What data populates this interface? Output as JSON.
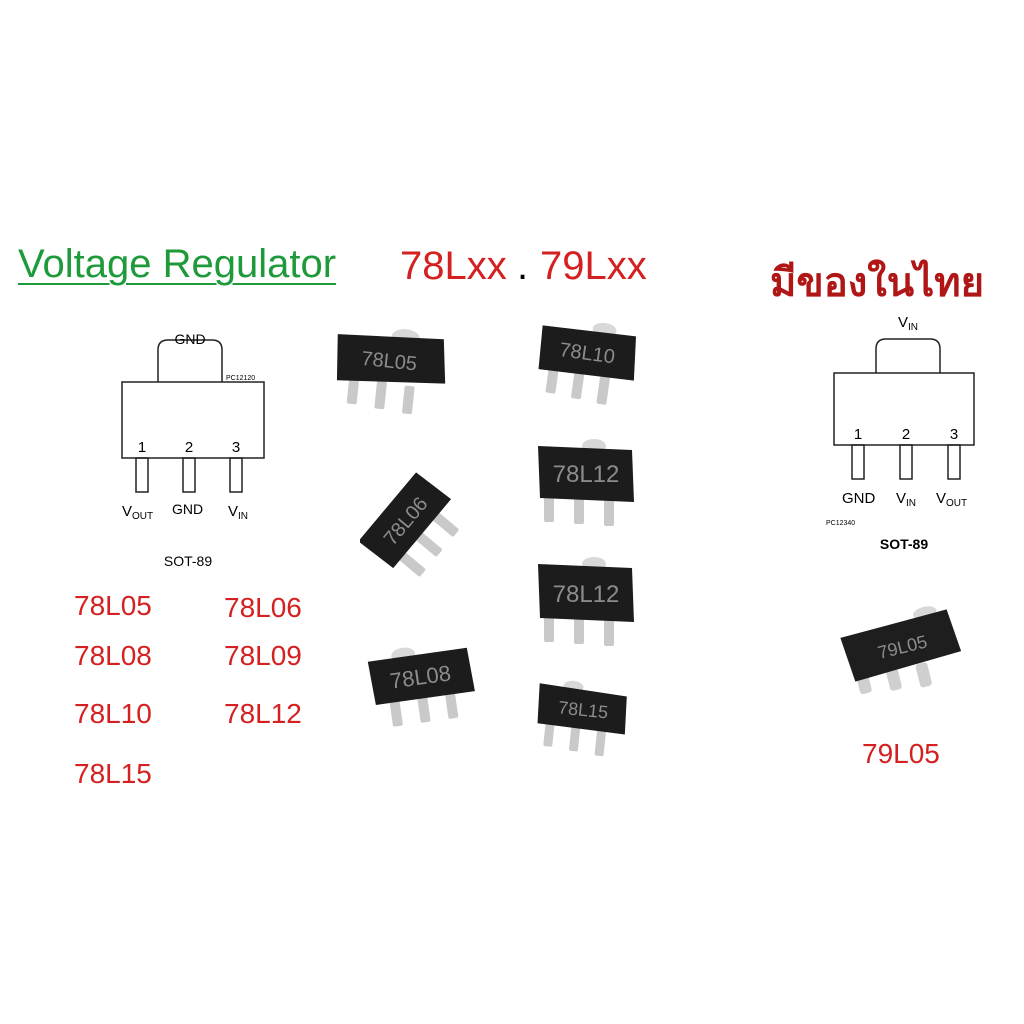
{
  "header": {
    "title": "Voltage Regulator",
    "series_a": "78Lxx",
    "separator": ".",
    "series_b": "79Lxx",
    "availability": "มีของในไทย"
  },
  "diagram_78": {
    "top_pin": "GND",
    "code": "PC12120",
    "pin_numbers": [
      "1",
      "2",
      "3"
    ],
    "pin_labels": [
      {
        "main": "V",
        "sub": "OUT"
      },
      {
        "main": "GND",
        "sub": ""
      },
      {
        "main": "V",
        "sub": "IN"
      }
    ],
    "package": "SOT-89"
  },
  "diagram_79": {
    "top_pin_main": "V",
    "top_pin_sub": "IN",
    "code": "PC12340",
    "pin_numbers": [
      "1",
      "2",
      "3"
    ],
    "pin_labels": [
      {
        "main": "GND",
        "sub": ""
      },
      {
        "main": "V",
        "sub": "IN"
      },
      {
        "main": "V",
        "sub": "OUT"
      }
    ],
    "package": "SOT-89"
  },
  "parts_78": [
    "78L05",
    "78L06",
    "78L08",
    "78L09",
    "78L10",
    "78L12",
    "78L15"
  ],
  "chip_markings": [
    "78L05",
    "78L10",
    "78L06",
    "78L12",
    "78L12",
    "78L08",
    "78L15",
    "79L05"
  ],
  "part_79": "79L05",
  "colors": {
    "title_green": "#1f9a3a",
    "part_red": "#d42020",
    "thai_red": "#b11616",
    "chip_body": "#1c1c1c",
    "chip_text": "#8c8c8c",
    "lead_silver": "#c9c9c9"
  }
}
